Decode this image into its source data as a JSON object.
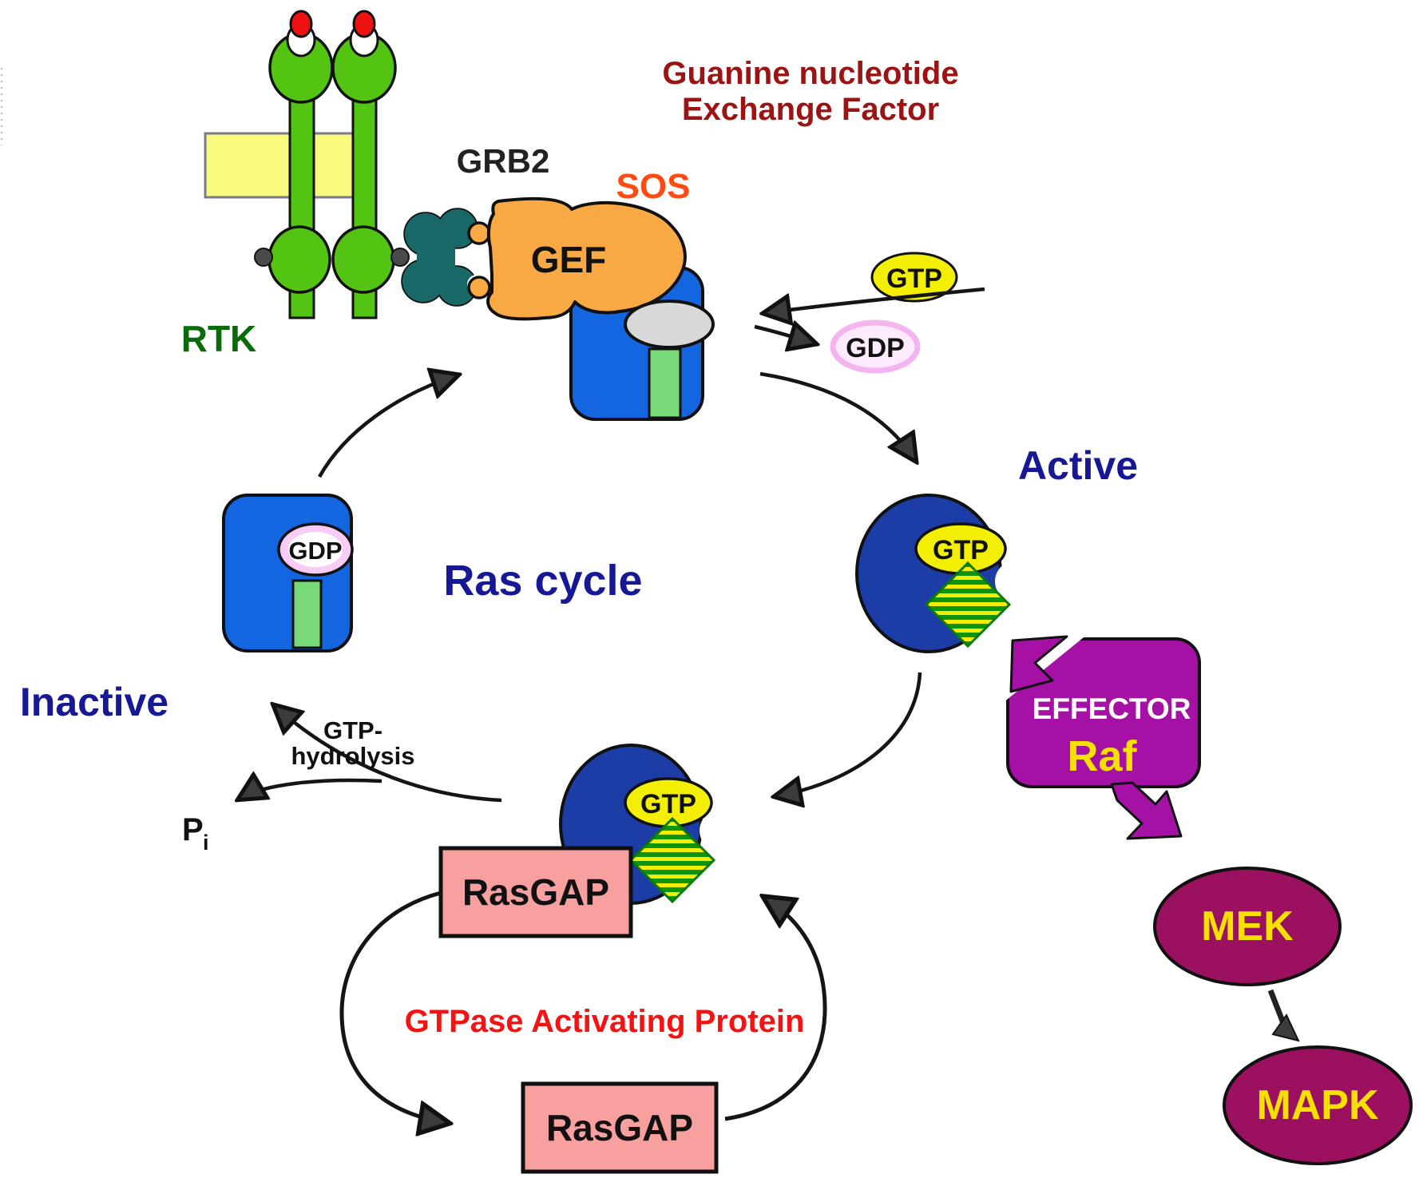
{
  "diagram": {
    "title": "Ras cycle",
    "labels": {
      "guanine_line1": "Guanine nucleotide",
      "guanine_line2": "Exchange Factor",
      "grb2": "GRB2",
      "sos": "SOS",
      "gef": "GEF",
      "rtk": "RTK",
      "gtp": "GTP",
      "gdp": "GDP",
      "active": "Active",
      "inactive": "Inactive",
      "ras_cycle": "Ras cycle",
      "hydrolysis_line1": "GTP-",
      "hydrolysis_line2": "hydrolysis",
      "pi_base": "P",
      "pi_sub": "i",
      "rasgap": "RasGAP",
      "gap_protein": "GTPase Activating Protein",
      "effector": "EFFECTOR",
      "raf": "Raf",
      "mek": "MEK",
      "mapk": "MAPK"
    },
    "colors": {
      "membrane": "#f9f97e",
      "receptor_green": "#54c413",
      "ligand_red": "#ee1111",
      "grb2_teal": "#186868",
      "gef_orange": "#f9a943",
      "ras_blue": "#1465e0",
      "nucleotide_slot_green": "#77d977",
      "empty_slot_gray": "#d8d8d8",
      "ras_active_navy": "#1b3da5",
      "gtp_yellow": "#f2ef04",
      "gdp_pink": "#f8ccf4",
      "rasgap_pink": "#f89f9f",
      "effector_purple": "#a511a5",
      "kinase_maroon": "#9c1060",
      "label_navy": "#171895",
      "label_darkred": "#9b1414",
      "label_sos_orange": "#ff4b12",
      "label_red": "#f51212",
      "label_rtk_green": "#0a6b0a",
      "label_yellow": "#f5e000",
      "label_white": "#ffffff"
    }
  }
}
